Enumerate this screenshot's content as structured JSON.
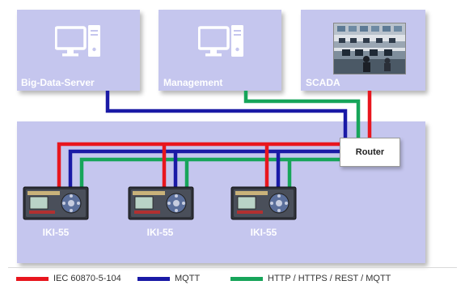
{
  "top_boxes": [
    {
      "label": "Big-Data-Server",
      "icon": "computer-icon"
    },
    {
      "label": "Management",
      "icon": "computer-icon"
    },
    {
      "label": "SCADA",
      "icon": "control-room-photo"
    }
  ],
  "router": {
    "label": "Router"
  },
  "devices": [
    {
      "label": "IKI-55"
    },
    {
      "label": "IKI-55"
    },
    {
      "label": "IKI-55"
    }
  ],
  "legend": [
    {
      "label": "IEC 60870-5-104",
      "color": "#e8161e"
    },
    {
      "label": "MQTT",
      "color": "#1a1aa6"
    },
    {
      "label": "HTTP / HTTPS / REST / MQTT",
      "color": "#17a55a"
    }
  ],
  "colors": {
    "panel": "#c5c6ee",
    "iec": "#e8161e",
    "mqtt": "#1a1aa6",
    "http": "#17a55a"
  }
}
